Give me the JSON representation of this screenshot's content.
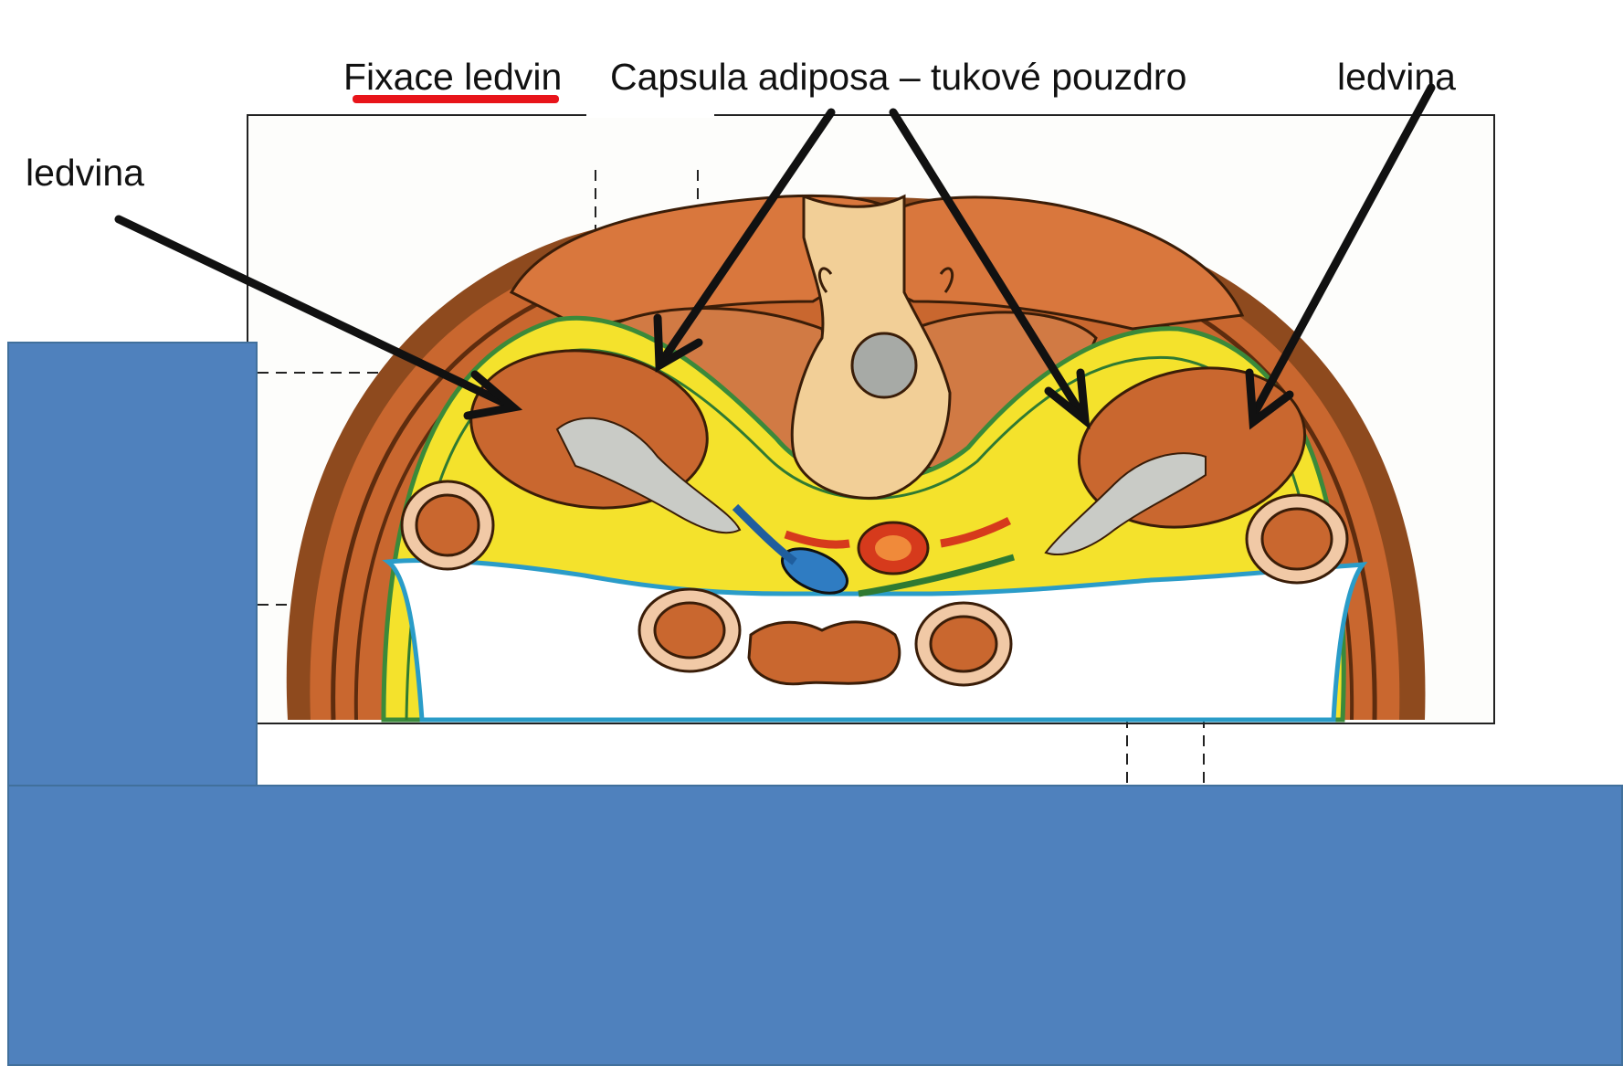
{
  "labels": {
    "title": "Fixace ledvin",
    "capsula": "Capsula adiposa – tukové pouzdro",
    "ledvina_right": "ledvina",
    "ledvina_left": "ledvina"
  },
  "colors": {
    "box_fill": "#4f81bd",
    "underline": "#e8141a",
    "arrow": "#111111",
    "muscle": "#c9672f",
    "fat_capsule": "#f4e22c",
    "peritoneum": "#2a9cc8"
  }
}
